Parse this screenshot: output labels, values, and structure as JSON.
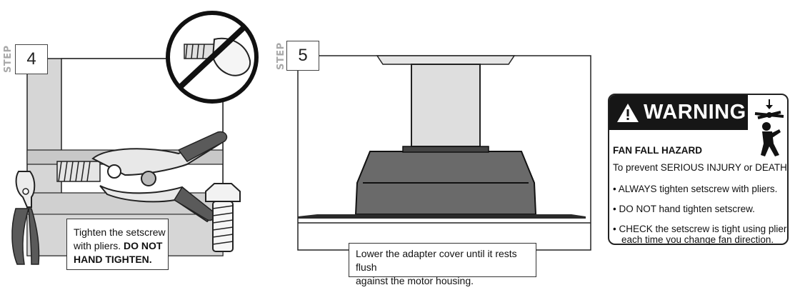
{
  "step4": {
    "step_label": "STEP",
    "number": "4",
    "caption_line1": "Tighten the setscrew",
    "caption_line2_a": "with pliers. ",
    "caption_line2_b": "DO NOT",
    "caption_line3": "HAND TIGHTEN."
  },
  "step5": {
    "step_label": "STEP",
    "number": "5",
    "caption_line1": "Lower the adapter cover until it rests flush",
    "caption_line2": "against the motor housing."
  },
  "warning": {
    "title": "WARNING",
    "hazard": "FAN FALL HAZARD",
    "intro_a": "To prevent ",
    "intro_b": "SERIOUS INJURY",
    "intro_c": " or ",
    "intro_d": "DEATH",
    "intro_e": ":",
    "bullet": "•",
    "item1_a": "ALWAYS",
    "item1_b": " tighten setscrew with pliers.",
    "item2_a": "DO NOT",
    "item2_b": " hand tighten setscrew.",
    "item3_a": "CHECK",
    "item3_b": " the setscrew is tight using pliers",
    "item3_c": "each time you change fan direction.",
    "icon": "falling-fan-person-icon"
  }
}
